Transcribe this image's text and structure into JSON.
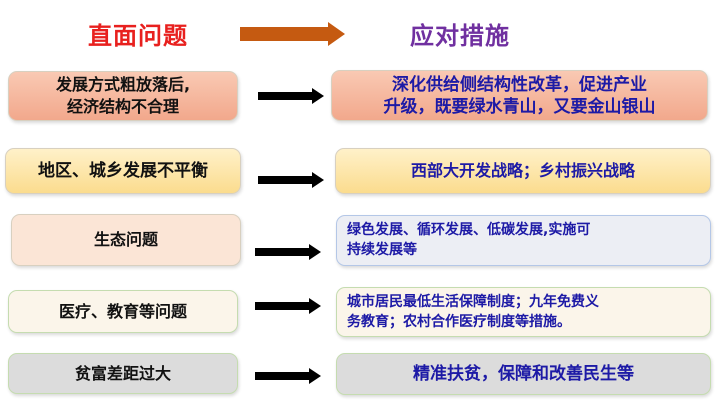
{
  "header": {
    "problems": "直面问题",
    "measures": "应对措施",
    "red": "#e8201e",
    "purple": "#7030a0",
    "arrow_color": "#c55a11"
  },
  "rows": [
    {
      "problem": [
        "发展方式粗放落后,",
        "经济结构不合理"
      ],
      "measure": [
        "深化供给侧结构性改革，促进产业",
        "升级，既要绿水青山，又要金山银山"
      ]
    },
    {
      "problem": [
        "地区、城乡发展不平衡"
      ],
      "measure": [
        "西部大开发战略；乡村振兴战略"
      ]
    },
    {
      "problem": [
        "生态问题"
      ],
      "measure": [
        "绿色发展、循环发展、低碳发展,实施可",
        "持续发展等"
      ]
    },
    {
      "problem": [
        "医疗、教育等问题"
      ],
      "measure": [
        "城市居民最低生活保障制度；九年免费义",
        "务教育；农村合作医疗制度等措施。"
      ]
    },
    {
      "problem": [
        "贫富差距过大"
      ],
      "measure": [
        "精准扶贫，保障和改善民生等"
      ]
    }
  ]
}
